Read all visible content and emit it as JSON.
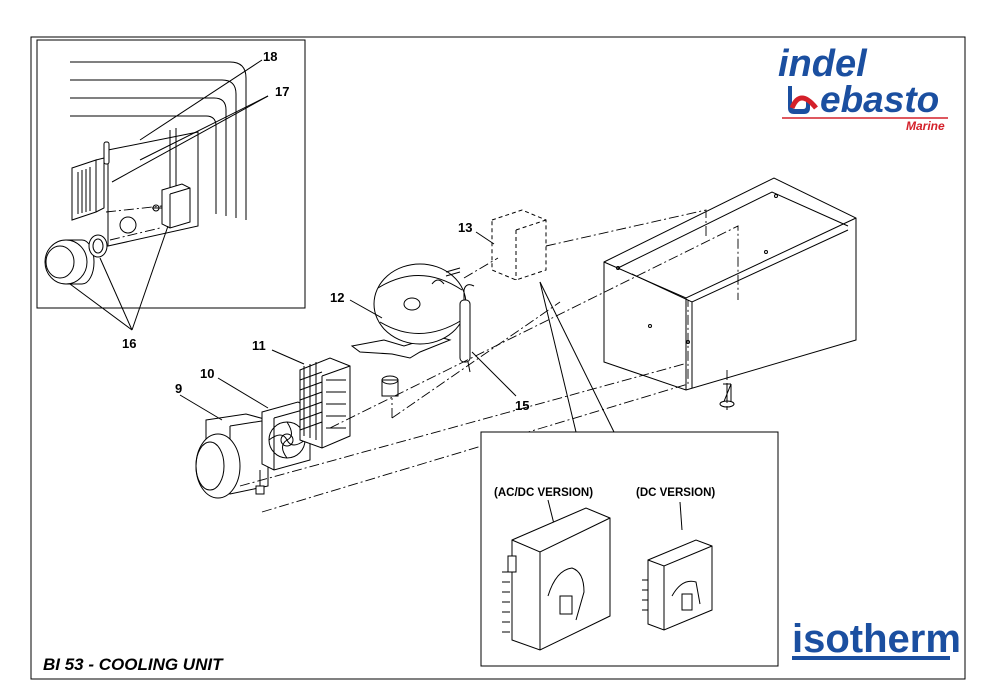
{
  "title": "BI 53 - COOLING UNIT",
  "brand": {
    "indel": "indel",
    "webasto": "ebasto",
    "marine": "Marine",
    "isotherm": "isotherm"
  },
  "colors": {
    "brand_blue": "#1b4fa0",
    "brand_red": "#d4202a",
    "line": "#000000"
  },
  "part_labels": {
    "p9": "9",
    "p10": "10",
    "p11": "11",
    "p12": "12",
    "p13": "13",
    "p15": "15",
    "p16": "16",
    "p17": "17",
    "p18": "18"
  },
  "callouts": {
    "acdc": "(AC/DC VERSION)",
    "dc": "(DC VERSION)"
  }
}
